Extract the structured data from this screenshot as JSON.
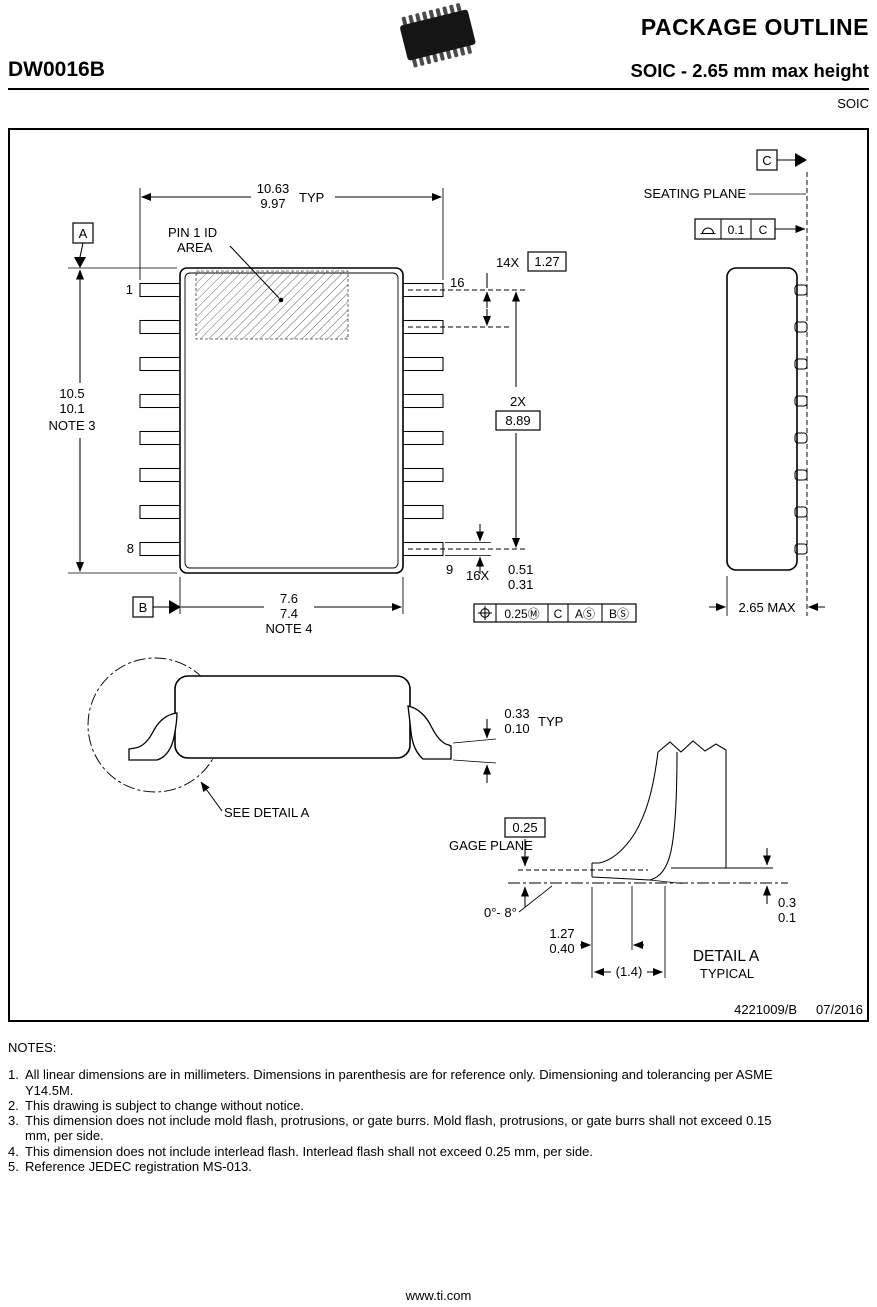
{
  "header": {
    "doc_type": "PACKAGE OUTLINE",
    "part_number": "DW0016B",
    "subtitle": "SOIC - 2.65 mm max height",
    "package_family": "SOIC"
  },
  "top_view": {
    "pin1_label_line1": "PIN 1 ID",
    "pin1_label_line2": "AREA",
    "dim_overall_max": "10.63",
    "dim_overall_min": "9.97",
    "dim_overall_qual": "TYP",
    "datum_a": "A",
    "datum_b": "B",
    "pin_1": "1",
    "pin_8": "8",
    "pin_9": "9",
    "pin_16": "16",
    "dim_length_max": "10.5",
    "dim_length_min": "10.1",
    "dim_length_note": "NOTE 3",
    "pitch_count": "14X",
    "pitch_value": "1.27",
    "span_count": "2X",
    "span_value": "8.89",
    "lead_count": "16X",
    "lead_width_max": "0.51",
    "lead_width_min": "0.31",
    "fcf_tolerance": "0.25Ⓜ",
    "fcf_datum_1": "C",
    "fcf_datum_2": "AⓈ",
    "fcf_datum_3": "BⓈ",
    "dim_body_max": "7.6",
    "dim_body_min": "7.4",
    "dim_body_note": "NOTE 4"
  },
  "end_view": {
    "datum_c": "C",
    "seating_plane_label": "SEATING PLANE",
    "flatness_tolerance": "0.1",
    "flatness_datum": "C",
    "dim_height": "2.65 MAX"
  },
  "side_view": {
    "see_detail": "SEE DETAIL A",
    "lead_thickness_max": "0.33",
    "lead_thickness_min": "0.10",
    "lead_thickness_qual": "TYP"
  },
  "detail_a": {
    "gage_offset": "0.25",
    "gage_plane_label": "GAGE PLANE",
    "lead_angle": "0°- 8°",
    "foot_length_max": "1.27",
    "foot_length_min": "0.40",
    "ref_length": "(1.4)",
    "standoff_max": "0.3",
    "standoff_min": "0.1",
    "title": "DETAIL A",
    "qualifier": "TYPICAL"
  },
  "title_block": {
    "drawing_number": "4221009/B",
    "revision_date": "07/2016"
  },
  "notes": {
    "heading": "NOTES:",
    "items": [
      {
        "num": "1.",
        "text": "All linear dimensions are in millimeters. Dimensions in parenthesis are for reference only. Dimensioning and tolerancing per ASME Y14.5M."
      },
      {
        "num": "2.",
        "text": "This drawing is subject to change without notice."
      },
      {
        "num": "3.",
        "text": "This dimension does not include mold flash, protrusions, or gate burrs. Mold flash, protrusions, or gate burrs shall not exceed 0.15 mm, per side."
      },
      {
        "num": "4.",
        "text": "This dimension does not include interlead flash. Interlead flash shall not exceed 0.25 mm, per side."
      },
      {
        "num": "5.",
        "text": "Reference JEDEC registration MS-013."
      }
    ]
  },
  "footer": {
    "url": "www.ti.com"
  }
}
